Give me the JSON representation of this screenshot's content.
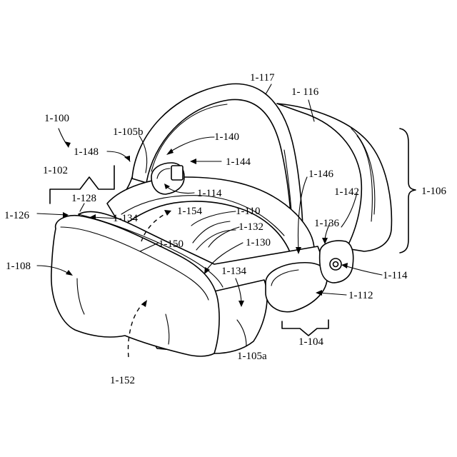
{
  "labels": {
    "l_1_100": "1-100",
    "l_1_148": "1-148",
    "l_1_102": "1-102",
    "l_1_128": "1-128",
    "l_1_126": "1-126",
    "l_1_134_top": "1-134",
    "l_1_105b": "1-105b",
    "l_1_117": "1-117",
    "l_1_116": "1- 116",
    "l_1_140": "1-140",
    "l_1_144": "1-144",
    "l_1_114_top": "1-114",
    "l_1_146": "1-146",
    "l_1_142": "1-142",
    "l_1_106": "1-106",
    "l_1_154": "1-154",
    "l_1_110": "1-110",
    "l_1_132": "1-132",
    "l_1_130": "1-130",
    "l_1_150": "1-150",
    "l_1_136": "1-136",
    "l_1_114_right": "1-114",
    "l_1_108": "1-108",
    "l_1_134_mid": "1-134",
    "l_1_112": "1-112",
    "l_1_104": "1-104",
    "l_1_105a": "1-105a",
    "l_1_152": "1-152"
  },
  "colors": {
    "ink": "#000000",
    "paper": "#ffffff"
  }
}
